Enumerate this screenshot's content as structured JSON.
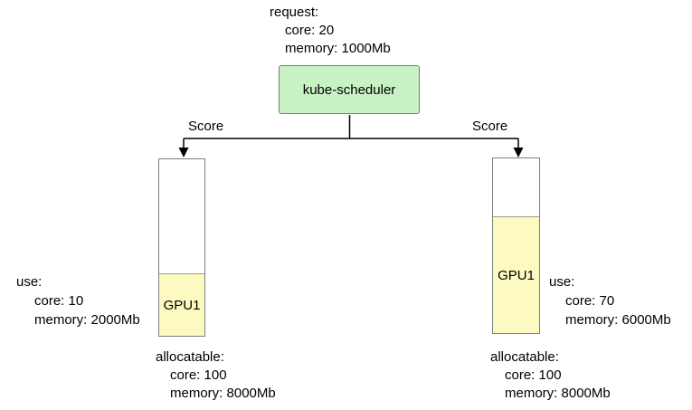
{
  "colors": {
    "scheduler_fill": "#c8f2c3",
    "scheduler_border": "#7a7a7a",
    "node_border": "#7f7f7f",
    "gpu_fill": "#fcfac0",
    "gpu_border": "#9b9b8a",
    "line": "#000000"
  },
  "scheduler": {
    "label": "kube-scheduler",
    "request": {
      "title": "request:",
      "lines": [
        "core: 20",
        "memory: 1000Mb"
      ]
    }
  },
  "edges": {
    "left": {
      "label": "Score"
    },
    "right": {
      "label": "Score"
    }
  },
  "nodes": {
    "left": {
      "gpu": "GPU1",
      "use": {
        "title": "use:",
        "lines": [
          "core: 10",
          "memory: 2000Mb"
        ]
      },
      "allocatable": {
        "title": "allocatable:",
        "lines": [
          "core: 100",
          "memory: 8000Mb"
        ]
      }
    },
    "right": {
      "gpu": "GPU1",
      "use": {
        "title": "use:",
        "lines": [
          "core: 70",
          "memory: 6000Mb"
        ]
      },
      "allocatable": {
        "title": "allocatable:",
        "lines": [
          "core: 100",
          "memory: 8000Mb"
        ]
      }
    }
  }
}
